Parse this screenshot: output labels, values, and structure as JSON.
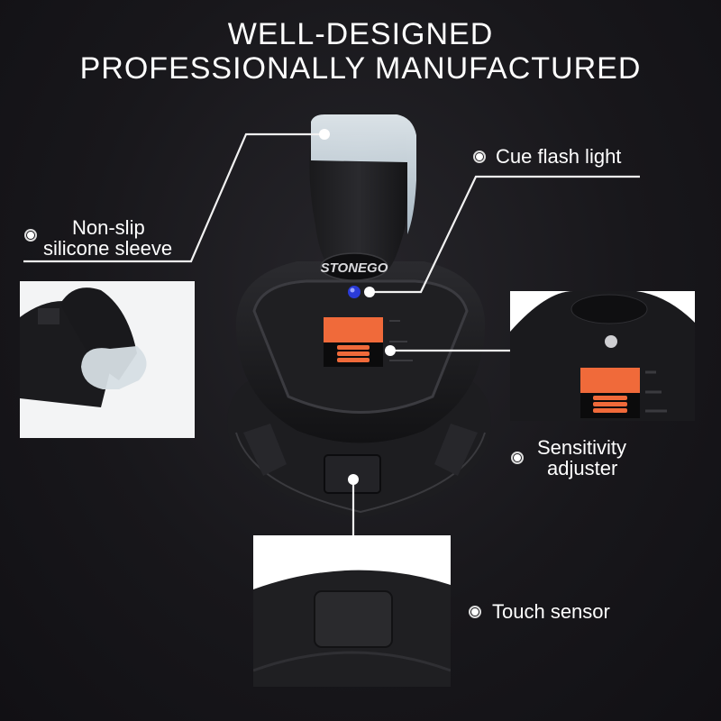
{
  "headline": {
    "line1": "WELL-DESIGNED",
    "line2": "PROFESSIONALLY MANUFACTURED"
  },
  "product": {
    "brand_logo": "STONEGO",
    "accent_colors": {
      "adjuster_orange": "#f06a3a",
      "led_blue": "#2a3bd8",
      "silicone_sleeve": "#c9d6df",
      "body_black": "#1c1c1f"
    }
  },
  "callouts": [
    {
      "id": "non-slip",
      "label_line1": "Non-slip",
      "label_line2": "silicone sleeve",
      "icon": "radio-bullet-icon"
    },
    {
      "id": "cue-flash",
      "label": "Cue flash light",
      "icon": "radio-bullet-icon"
    },
    {
      "id": "sensitivity",
      "label_line1": "Sensitivity",
      "label_line2": "adjuster",
      "icon": "radio-bullet-icon"
    },
    {
      "id": "touch",
      "label": "Touch sensor",
      "icon": "radio-bullet-icon"
    }
  ]
}
